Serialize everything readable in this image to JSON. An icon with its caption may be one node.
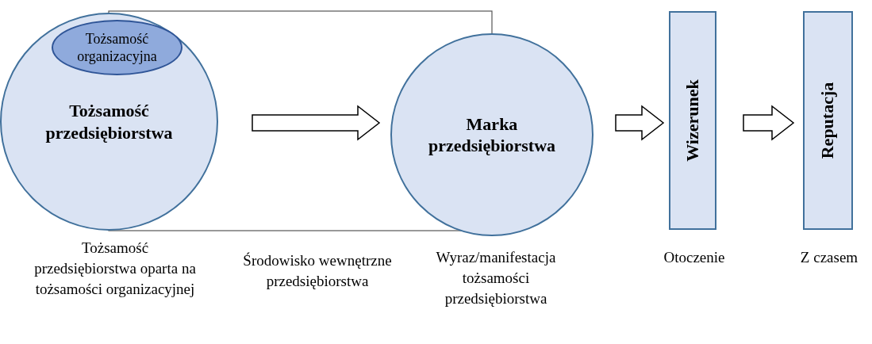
{
  "diagram": {
    "nodes": [
      {
        "text": [
          "Tożsamość przedsiębiorstwa"
        ],
        "beside": [
          "Tożsamość przedsiębiorstwa oparta na tożsamości organizacyjnej"
        ]
      },
      {
        "text": [
          "Tożsamość organizacyjna"
        ],
        "in": 0
      },
      {
        "text": [
          "Marka przedsiębiorstwa"
        ],
        "beside": [
          "Wyraz/manifestacja tożsamości przedsiębiorstwa"
        ]
      },
      {
        "text": [
          "Wizerunek"
        ],
        "beside": [
          "Otoczenie"
        ]
      },
      {
        "text": [
          "Reputacja"
        ],
        "beside": [
          "Z czasem"
        ]
      }
    ],
    "edges": [
      {
        "from": 0,
        "to": 2,
        "arrow": "to"
      },
      {
        "from": 2,
        "to": 3,
        "arrow": "to"
      },
      {
        "from": 3,
        "to": 4,
        "arrow": "to"
      }
    ],
    "labels": [
      "Środowisko wewnętrzne przedsiębiorstwa"
    ]
  }
}
